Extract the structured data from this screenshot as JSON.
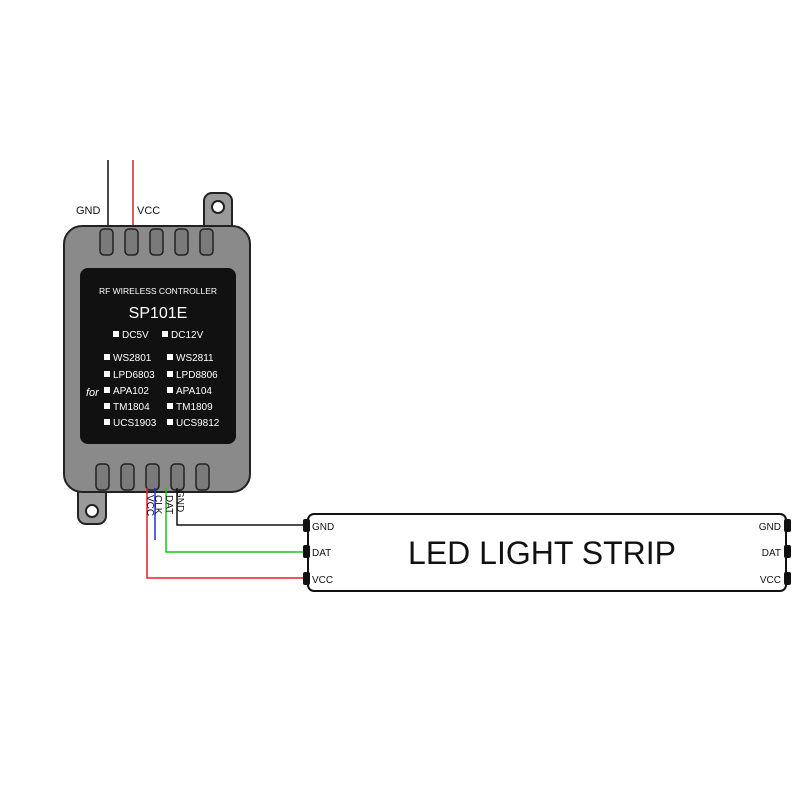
{
  "controller": {
    "subtitle": "RF WIRELESS CONTROLLER",
    "model": "SP101E",
    "voltages": [
      "DC5V",
      "DC12V"
    ],
    "for_label": "for",
    "chips_left": [
      "WS2801",
      "LPD6803",
      "APA102",
      "TM1804",
      "UCS1903"
    ],
    "chips_right": [
      "WS2811",
      "LPD8806",
      "APA104",
      "TM1809",
      "UCS9812"
    ],
    "input_wires": {
      "gnd": "GND",
      "vcc": "VCC"
    },
    "output_pins": {
      "vcc": "VCC",
      "clk": "CLK",
      "dat": "DAT",
      "gnd": "GND"
    }
  },
  "strip": {
    "title": "LED LIGHT STRIP",
    "left_pads": [
      "GND",
      "DAT",
      "VCC"
    ],
    "right_pads": [
      "GND",
      "DAT",
      "VCC"
    ]
  },
  "colors": {
    "gnd_wire": "#111111",
    "vcc_wire": "#e02020",
    "dat_wire": "#19c419",
    "clk_wire": "#1a2fd6",
    "housing": "#8a8a8a",
    "panel": "#111111"
  }
}
